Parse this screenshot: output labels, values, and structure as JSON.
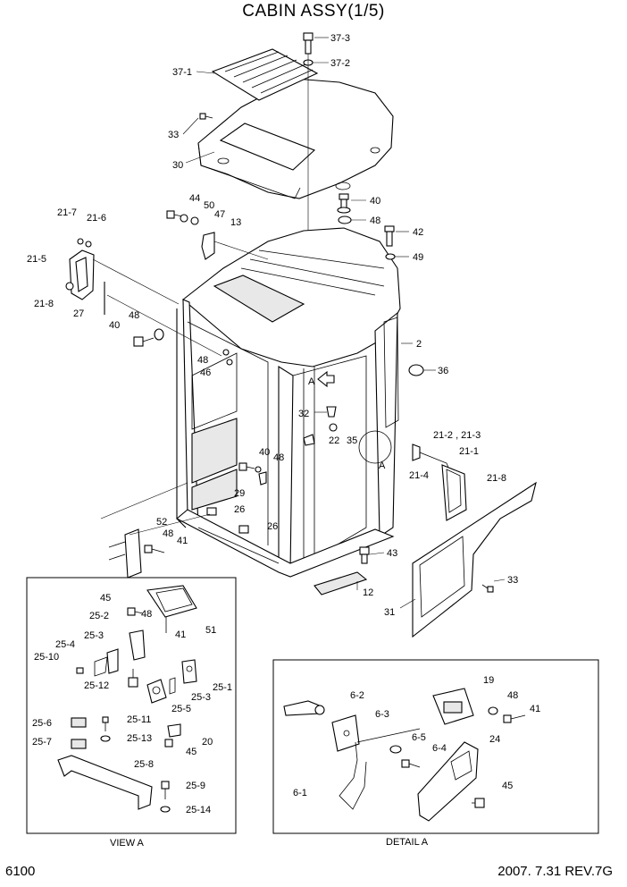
{
  "title": "CABIN ASSY(1/5)",
  "footer": {
    "page": "6100",
    "revision": "2007. 7.31 REV.7G"
  },
  "captions": {
    "view_a": "VIEW A",
    "detail_a": "DETAIL A",
    "view_marker": "A",
    "detail_marker": "A"
  },
  "callouts": {
    "c37_3": "37-3",
    "c37_2": "37-2",
    "c37_1": "37-1",
    "c33_top": "33",
    "c30": "30",
    "c44": "44",
    "c50": "50",
    "c47": "47",
    "c13": "13",
    "c40_a": "40",
    "c48_a": "48",
    "c42": "42",
    "c49": "49",
    "c21_7": "21-7",
    "c21_6": "21-6",
    "c21_5": "21-5",
    "c21_8_left": "21-8",
    "c27": "27",
    "c48_b": "48",
    "c40_b": "40",
    "c48_c": "48",
    "c46": "46",
    "c2": "2",
    "c36": "36",
    "c32": "32",
    "c22": "22",
    "c35": "35",
    "c21_2": "21-2 , 21-3",
    "c21_1": "21-1",
    "c21_4": "21-4",
    "c21_8_right": "21-8",
    "c40_c": "40",
    "c48_d": "48",
    "c29": "29",
    "c26_a": "26",
    "c26_b": "26",
    "c52": "52",
    "c48_e": "48",
    "c41_a": "41",
    "c43": "43",
    "c12": "12",
    "c33_right": "33",
    "c31": "31",
    "v45": "45",
    "v48": "48",
    "v25_2": "25-2",
    "v41": "41",
    "v51": "51",
    "v25_3_a": "25-3",
    "v25_4": "25-4",
    "v25_10": "25-10",
    "v25_12": "25-12",
    "v25_1": "25-1",
    "v25_3_b": "25-3",
    "v25_5": "25-5",
    "v25_6": "25-6",
    "v25_11": "25-11",
    "v25_7": "25-7",
    "v25_13": "25-13",
    "v20": "20",
    "v45_b": "45",
    "v25_8": "25-8",
    "v25_9": "25-9",
    "v25_14": "25-14",
    "d6_2": "6-2",
    "d6_3": "6-3",
    "d6_5": "6-5",
    "d6_4": "6-4",
    "d6_1": "6-1",
    "d19": "19",
    "d48": "48",
    "d41": "41",
    "d24": "24",
    "d45": "45"
  }
}
